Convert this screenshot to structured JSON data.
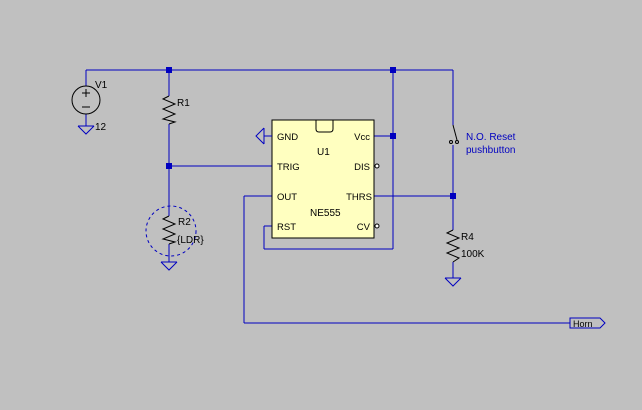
{
  "components": {
    "v1": {
      "name": "V1",
      "value": "12"
    },
    "r1": {
      "name": "R1"
    },
    "r2": {
      "name": "R2",
      "value": "{LDR}"
    },
    "r4": {
      "name": "R4",
      "value": "100K"
    },
    "u1": {
      "name": "U1",
      "part": "NE555",
      "pins": {
        "gnd": "GND",
        "vcc": "Vcc",
        "trig": "TRIG",
        "dis": "DIS",
        "out": "OUT",
        "thrs": "THRS",
        "rst": "RST",
        "cv": "CV"
      }
    },
    "switch": {
      "line1": "N.O. Reset",
      "line2": "pushbutton"
    }
  },
  "net_labels": {
    "horn": "Horn"
  },
  "colors": {
    "background": "#c0c0c0",
    "wire": "#0000c0",
    "component": "#000000",
    "ic_fill": "#ffffc0",
    "annotation": "#0000c0"
  }
}
